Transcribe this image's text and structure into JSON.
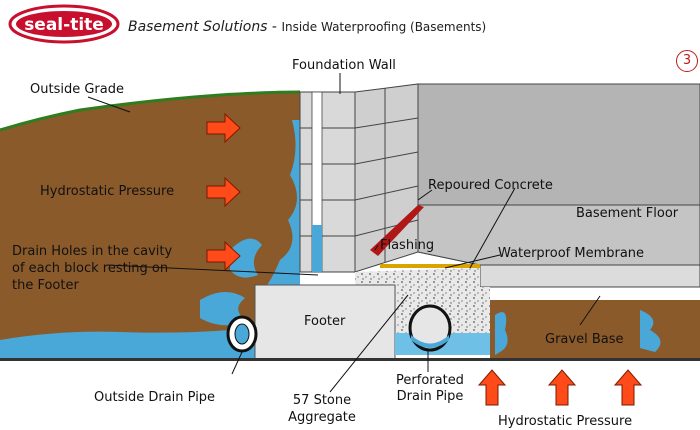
{
  "header": {
    "brand": "seal-tite",
    "title_main": "Basement Solutions",
    "title_sep": " - ",
    "title_sub": "Inside Waterproofing (Basements)",
    "page_number": "3"
  },
  "labels": {
    "outside_grade": "Outside Grade",
    "foundation_wall": "Foundation Wall",
    "hydrostatic_left": "Hydrostatic Pressure",
    "repoured_concrete": "Repoured Concrete",
    "basement_floor": "Basement Floor",
    "flashing": "Flashing",
    "waterproof_membrane": "Waterproof Membrane",
    "drain_holes_1": "Drain Holes in the cavity",
    "drain_holes_2": "of each block resting on",
    "drain_holes_3": "the Footer",
    "footer": "Footer",
    "gravel_base": "Gravel Base",
    "outside_drain_pipe": "Outside Drain Pipe",
    "stone_aggregate_1": "57 Stone",
    "stone_aggregate_2": "Aggregate",
    "perforated_1": "Perforated",
    "perforated_2": "Drain Pipe",
    "hydrostatic_bottom": "Hydrostatic Pressure"
  },
  "colors": {
    "soil": "#8b5a2b",
    "water": "#4aa8d8",
    "concrete": "#b4b4b4",
    "block": "#d9d9d9",
    "arrow": "#ff4a1a",
    "flashing": "#b01818",
    "brand_red": "#c8102e"
  }
}
